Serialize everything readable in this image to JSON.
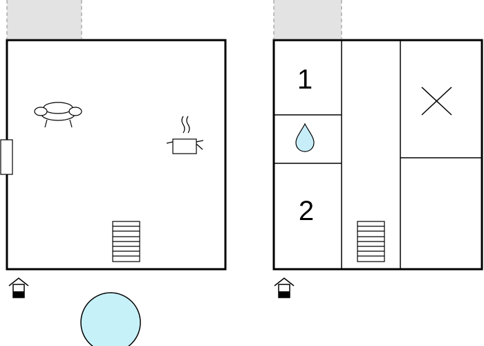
{
  "floor_ground": {
    "rooms": [
      {
        "type": "living",
        "icons": [
          "sofa-icon",
          "stove-pot-icon",
          "stairs-icon"
        ]
      }
    ],
    "features": [
      "terrace",
      "door",
      "entrance",
      "pool"
    ]
  },
  "floor_upper": {
    "rooms": [
      {
        "number": "1",
        "type": "bedroom"
      },
      {
        "type": "bathroom",
        "icon": "water-drop-icon"
      },
      {
        "number": "2",
        "type": "bedroom"
      },
      {
        "type": "corridor",
        "icon": "stairs-icon"
      },
      {
        "type": "void",
        "icon": "cross-icon"
      },
      {
        "type": "room"
      }
    ],
    "features": [
      "terrace",
      "entrance"
    ]
  },
  "colors": {
    "wall": "#000000",
    "terrace": "#e3e3e3",
    "pool": "#c7f1f9",
    "drop": "#c7eef8",
    "background": "#ffffff"
  }
}
